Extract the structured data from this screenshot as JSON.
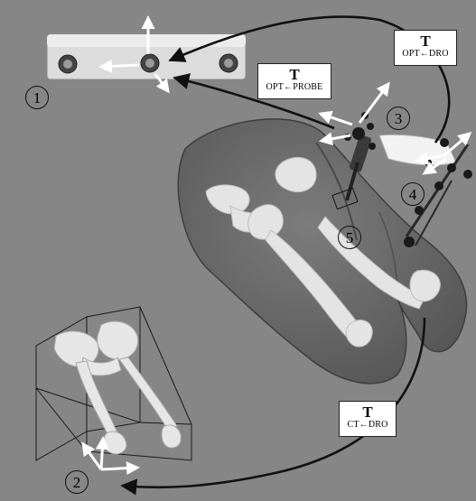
{
  "callouts": [
    "1",
    "2",
    "3",
    "4",
    "5"
  ],
  "transforms": {
    "opt_dro": {
      "symbol": "T",
      "subscript": "OPT←DRO"
    },
    "opt_probe": {
      "symbol": "T",
      "subscript": "OPT←PROBE"
    },
    "ct_dro": {
      "symbol": "T",
      "subscript": "CT←DRO"
    }
  },
  "colors": {
    "background": "#868686",
    "arrow": "#111111",
    "axis_arrow": "#ffffff",
    "bone": "#e3e3e3",
    "skin": "#6e6e6e"
  }
}
